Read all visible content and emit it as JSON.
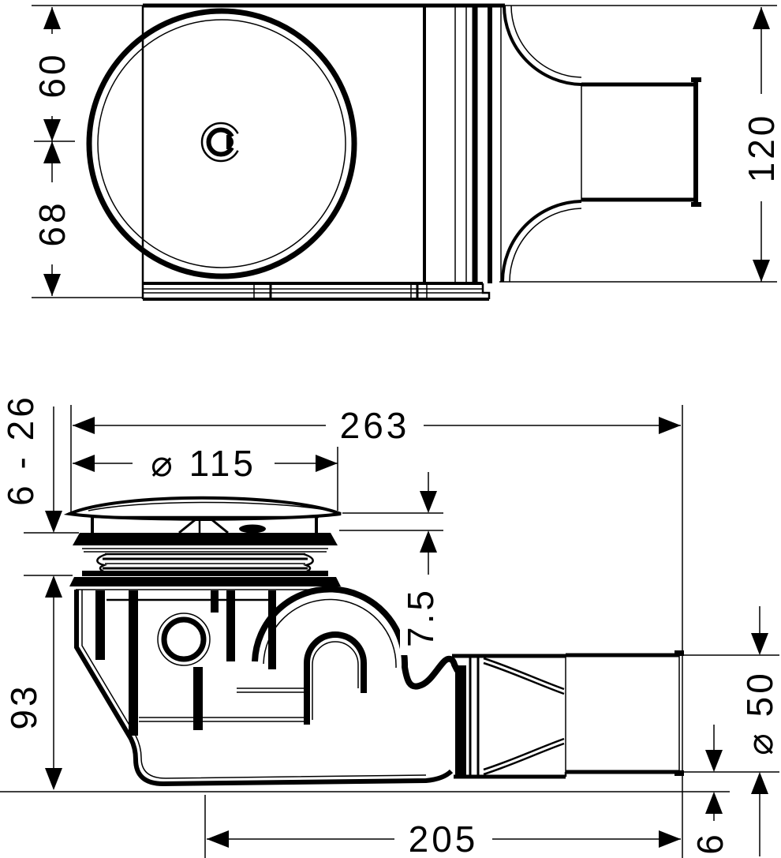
{
  "page": {
    "background": "#ffffff",
    "ink": "#000000"
  },
  "drawing": {
    "top_view": {
      "dimensions": {
        "upper_height": "60",
        "lower_height": "68",
        "outlet_width": "120"
      }
    },
    "side_view": {
      "dimensions": {
        "overall_length": "263",
        "cap_diameter": "⌀ 115",
        "installation_range": "6 - 26",
        "cap_clearance": "7.5",
        "body_depth": "93",
        "outlet_pipe_diameter": "⌀ 50",
        "outlet_bottom_offset": "6",
        "outlet_projection": "205"
      }
    }
  }
}
